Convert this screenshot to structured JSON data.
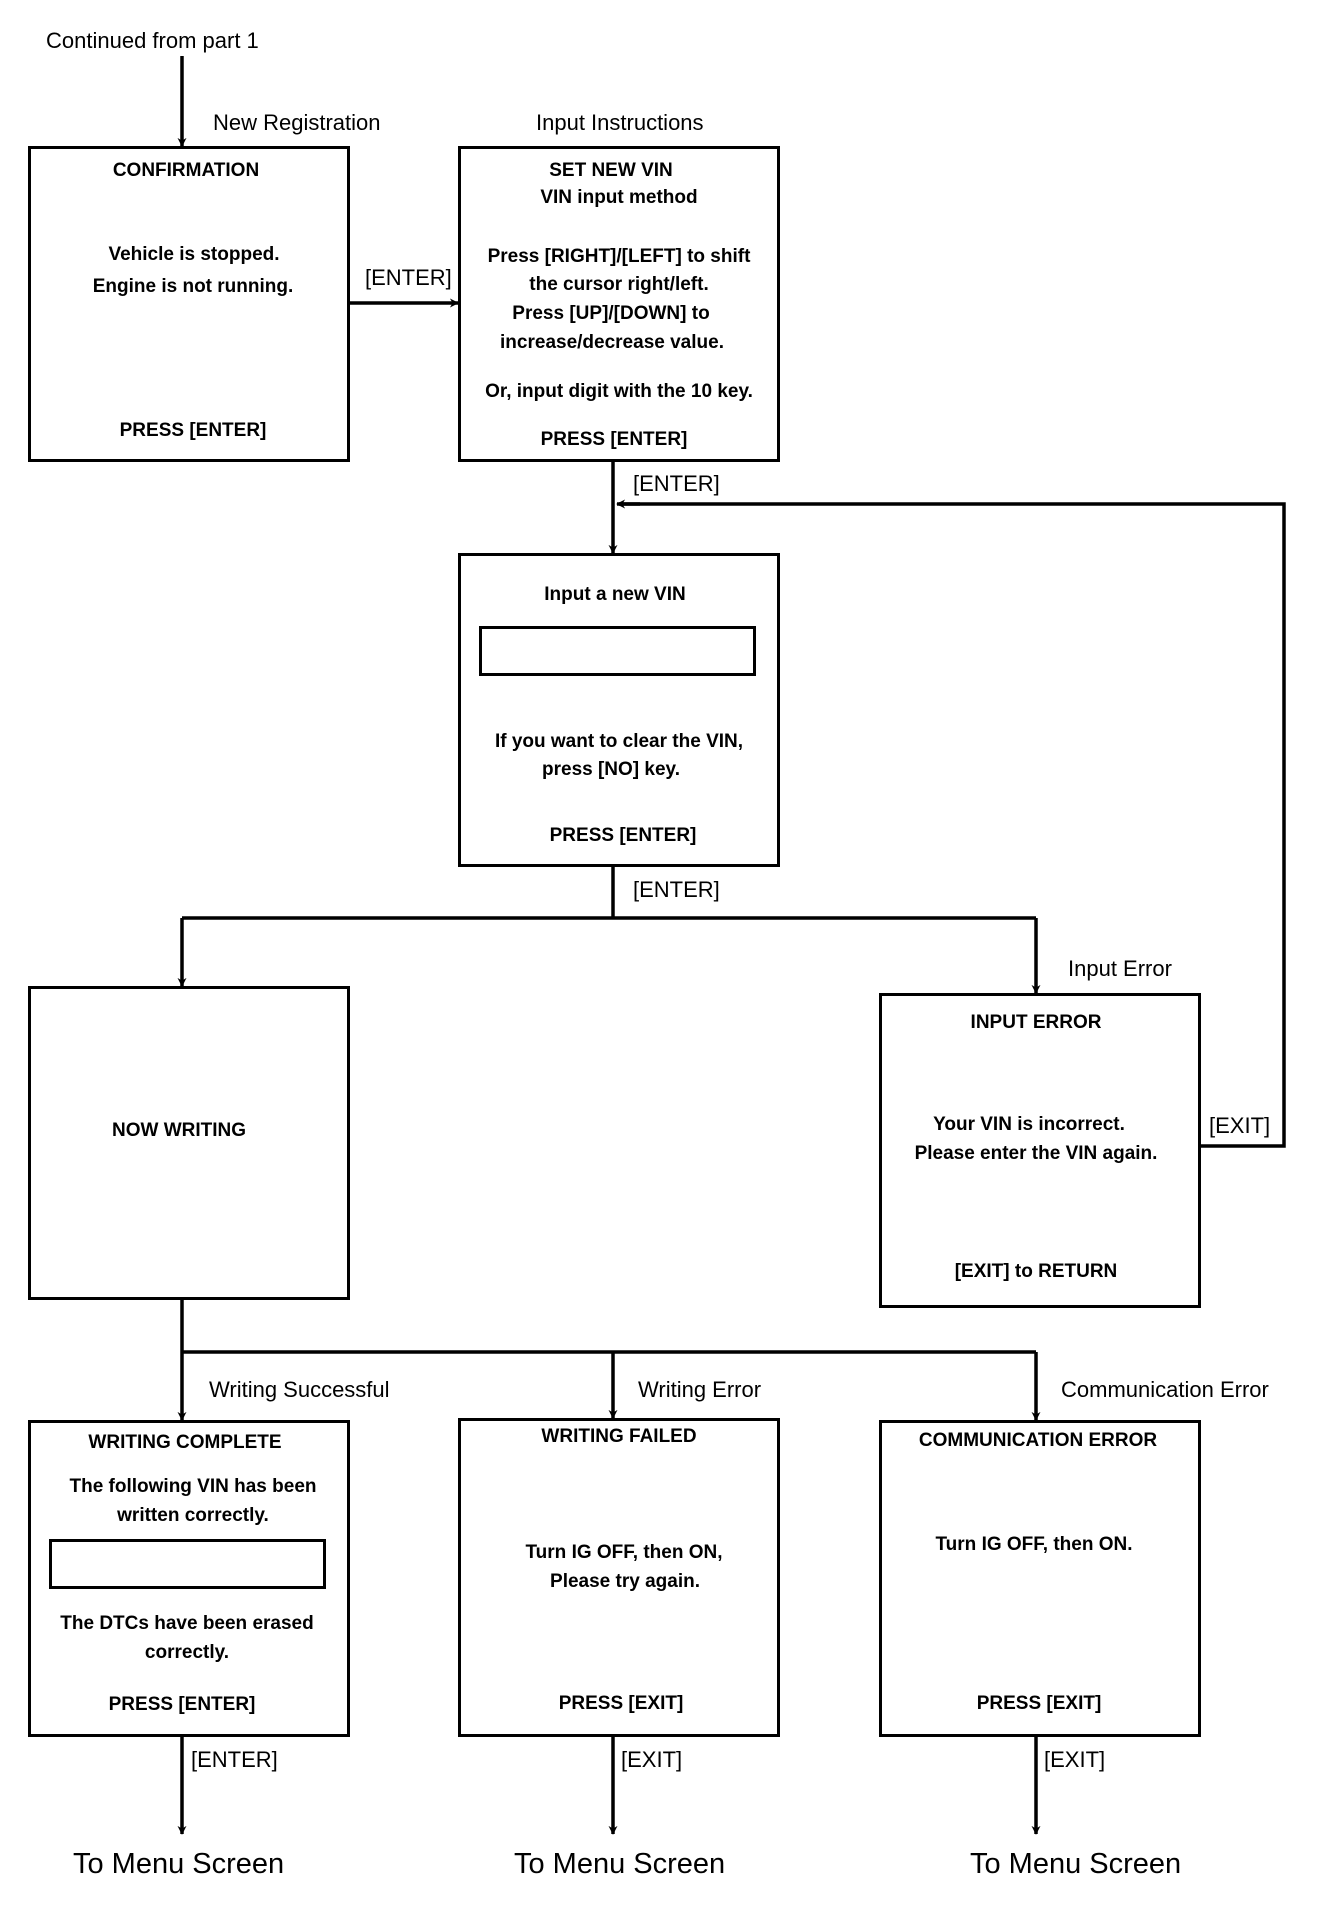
{
  "header": {
    "continued": "Continued from part 1"
  },
  "edges": {
    "new_registration": "New Registration",
    "input_instructions": "Input Instructions",
    "enter_confirm": "[ENTER]",
    "enter_set_vin": "[ENTER]",
    "enter_input_vin": "[ENTER]",
    "input_error": "Input Error",
    "exit_input_error": "[EXIT]",
    "writing_successful": "Writing Successful",
    "writing_error": "Writing Error",
    "communication_error": "Communication Error",
    "enter_complete": "[ENTER]",
    "exit_failed": "[EXIT]",
    "exit_comm": "[EXIT]"
  },
  "screens": {
    "confirmation": {
      "title": "CONFIRMATION",
      "line1": "Vehicle is stopped.",
      "line2": "Engine is not running.",
      "action": "PRESS [ENTER]"
    },
    "set_new_vin": {
      "title": "SET NEW VIN",
      "subtitle": "VIN input method",
      "line1": "Press [RIGHT]/[LEFT] to shift",
      "line2": "the cursor right/left.",
      "line3": "Press [UP]/[DOWN] to",
      "line4": "increase/decrease value.",
      "line5": "Or, input digit with the 10 key.",
      "action": "PRESS [ENTER]"
    },
    "input_vin": {
      "title": "Input a new VIN",
      "field_value": "",
      "line1": "If you want to clear the VIN,",
      "line2": "press [NO] key.",
      "action": "PRESS [ENTER]"
    },
    "now_writing": {
      "title": "NOW WRITING"
    },
    "input_error": {
      "title": "INPUT ERROR",
      "line1": "Your VIN is incorrect.",
      "line2": "Please enter the VIN again.",
      "action": "[EXIT] to RETURN"
    },
    "writing_complete": {
      "title": "WRITING COMPLETE",
      "line1": "The following VIN has been",
      "line2": "written correctly.",
      "field_value": "",
      "line3": "The DTCs have been erased",
      "line4": "correctly.",
      "action": "PRESS [ENTER]"
    },
    "writing_failed": {
      "title": "WRITING FAILED",
      "line1": "Turn IG OFF, then ON,",
      "line2": "Please try again.",
      "action": "PRESS [EXIT]"
    },
    "communication_error": {
      "title": "COMMUNICATION ERROR",
      "line1": "Turn IG OFF, then ON.",
      "action": "PRESS [EXIT]"
    }
  },
  "destinations": {
    "menu1": "To Menu Screen",
    "menu2": "To Menu Screen",
    "menu3": "To Menu Screen"
  }
}
